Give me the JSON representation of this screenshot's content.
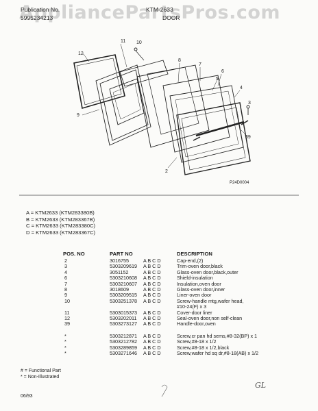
{
  "header": {
    "pub_label": "Publication No.",
    "pub_number": "5995234213",
    "model": "KTM-2633",
    "section": "DOOR"
  },
  "watermark": "AppliancePartsPros.com",
  "diagram": {
    "callouts": [
      "12",
      "11",
      "10",
      "9",
      "8",
      "7",
      "6",
      "5",
      "4",
      "3",
      "39",
      "2"
    ],
    "figure_code": "P24D0004"
  },
  "models": [
    "A = KTM2633 (KTM283380B)",
    "B = KTM2633 (KTM283367B)",
    "C = KTM2633 (KTM283380C)",
    "D = KTM2633 (KTM283367C)"
  ],
  "table": {
    "headers": [
      "POS. NO",
      "PART NO",
      "DESCRIPTION"
    ],
    "rows": [
      {
        "pos": "2",
        "part": "3016755",
        "codes": "A B C D",
        "desc": [
          "Cap-end,(2)"
        ]
      },
      {
        "pos": "3",
        "part": "5303209619",
        "codes": "A B C D",
        "desc": [
          "Trim-oven door,black"
        ]
      },
      {
        "pos": "4",
        "part": "3051152",
        "codes": "A B C D",
        "desc": [
          "Glass-oven door,black,outer"
        ]
      },
      {
        "pos": "6",
        "part": "5303210608",
        "codes": "A B C D",
        "desc": [
          "Shield-insulation"
        ]
      },
      {
        "pos": "7",
        "part": "5303210607",
        "codes": "A B C D",
        "desc": [
          "Insulation,oven door"
        ]
      },
      {
        "pos": "8",
        "part": "3018609",
        "codes": "A B C D",
        "desc": [
          "Glass-oven door,inner"
        ]
      },
      {
        "pos": "9",
        "part": "5303209515",
        "codes": "A B C D",
        "desc": [
          "Liner-oven door"
        ]
      },
      {
        "pos": "10",
        "part": "5303251378",
        "codes": "A B C D",
        "desc": [
          "Screw-handle mtg,wafer head,",
          "#10-24(F) x 3"
        ]
      },
      {
        "pos": "11",
        "part": "5303015373",
        "codes": "A B C D",
        "desc": [
          "Cover-door liner"
        ]
      },
      {
        "pos": "12",
        "part": "5303202011",
        "codes": "A B C D",
        "desc": [
          "Seal-oven door,non self-clean"
        ]
      },
      {
        "pos": "39",
        "part": "5303273127",
        "codes": "A B C D",
        "desc": [
          "Handle-door,oven"
        ]
      },
      {
        "pos": "*",
        "part": "5303212871",
        "codes": "A B C D",
        "desc": [
          "Screw,cr pan hd sems,#8-32(BP) x 1"
        ]
      },
      {
        "pos": "*",
        "part": "5303212782",
        "codes": "A B C D",
        "desc": [
          "Screw,#8-18 x 1/2"
        ]
      },
      {
        "pos": "*",
        "part": "5303289859",
        "codes": "A B C D",
        "desc": [
          "Screw,#8-18 x 1/2,black"
        ]
      },
      {
        "pos": "*",
        "part": "5303271646",
        "codes": "A B C D",
        "desc": [
          "Screw,wafer hd sq dr,#8-18(AB) x 1/2"
        ]
      }
    ]
  },
  "notes": [
    "# = Functional Part",
    "* = Non-Illustrated"
  ],
  "footer": "06/93",
  "handwriting": "GL"
}
